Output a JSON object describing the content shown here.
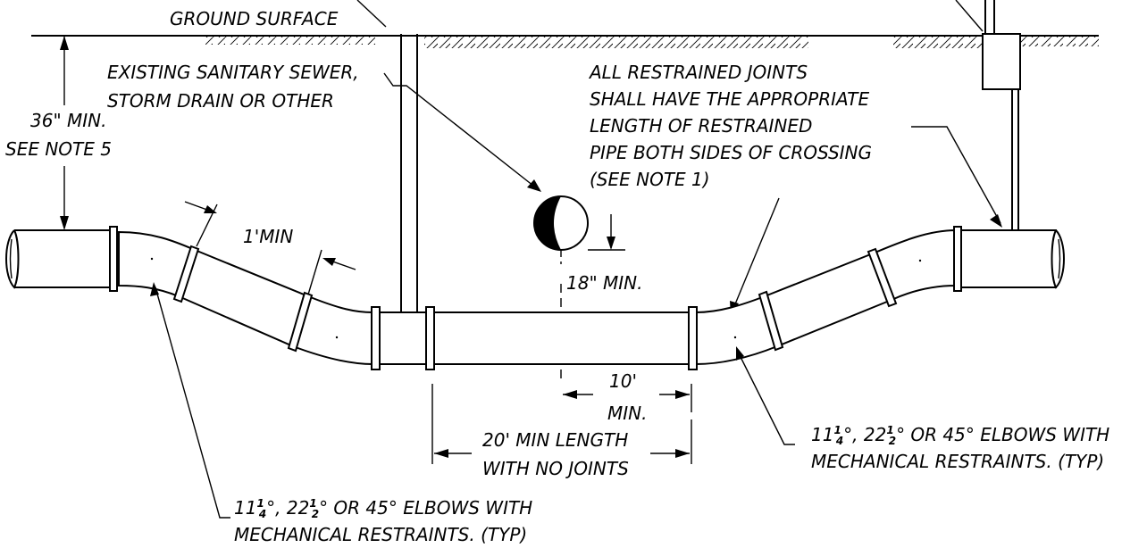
{
  "labels": {
    "ground_surface": "GROUND SURFACE",
    "existing_line1": "EXISTING SANITARY SEWER,",
    "existing_line2": "STORM DRAIN OR OTHER",
    "cover_line1": "36\" MIN.",
    "cover_line2": "SEE NOTE 5",
    "restrained_line1": "ALL RESTRAINED JOINTS",
    "restrained_line2": "SHALL HAVE THE APPROPRIATE",
    "restrained_line3": "LENGTH OF RESTRAINED",
    "restrained_line4": "PIPE BOTH SIDES OF CROSSING",
    "restrained_line5": "(SEE NOTE 1)",
    "one_ft_min": "1'MIN",
    "eighteen_min": "18\" MIN.",
    "ten_ft_line1": "10'",
    "ten_ft_line2": "MIN.",
    "twenty_ft_line1": "20' MIN LENGTH",
    "twenty_ft_line2": "WITH NO JOINTS",
    "elbows_line2": "MECHANICAL RESTRAINTS. (TYP)"
  },
  "elbow_note": {
    "a_whole": "11",
    "a_num": "1",
    "a_den": "4",
    "b_sep": "°, 22",
    "b_num": "1",
    "b_den": "2",
    "rest": "° OR 45° ELBOWS WITH"
  }
}
